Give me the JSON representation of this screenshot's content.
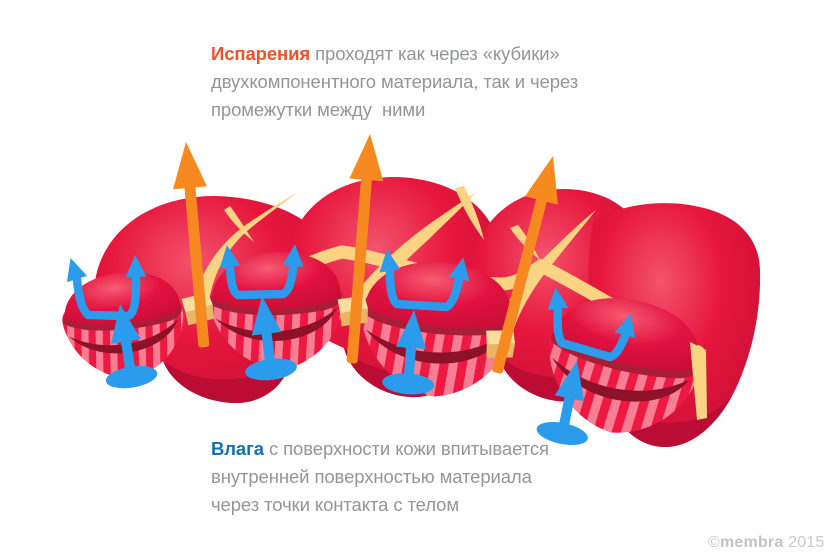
{
  "captions": {
    "vapor": {
      "lead": "Испарения",
      "line1": "проходят как через «кубики»",
      "line2": "двухкомпонентного материала, так и через",
      "line3": "промежутки между  ними",
      "lead_color": "#F0512A"
    },
    "moisture": {
      "lead": "Влага",
      "line1": "с поверхности кожи впитывается",
      "line2": "внутренней поверхностью материала",
      "line3": "через точки контакта с телом",
      "lead_color": "#1272B8"
    },
    "text_color": "#939598"
  },
  "watermark": {
    "copyright": "©",
    "brand": "membra",
    "year": " 2015",
    "color": "#C8C9CB"
  },
  "diagram": {
    "colors": {
      "red_bright": "#E6173D",
      "red_highlight": "#F4536C",
      "red_dark": "#C70E33",
      "sag_shadow": "#BB0D33",
      "maroon": "#A81E38",
      "maroon_dark": "#8D1128",
      "stripe_red": "#EE1941",
      "stripe_pink": "#F87E93",
      "cream": "#FAD383",
      "cream_dark": "#E9B763",
      "cream_light": "#FCDD9B",
      "orange": "#F6891F",
      "blue": "#2B9BEB"
    },
    "vapor_arrow_count": 3,
    "moisture_drop_arrow_count": 4,
    "contact_absorption_arrow_count": 4
  }
}
